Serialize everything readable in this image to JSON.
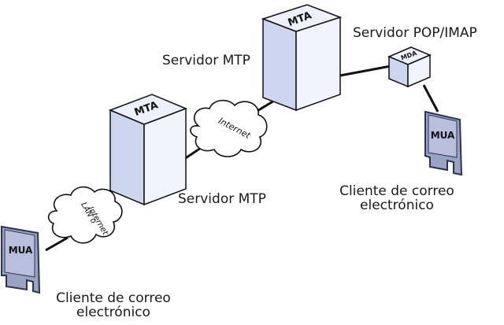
{
  "nodes": {
    "mta_left": {
      "label": "MTA"
    },
    "mta_top": {
      "label": "MTA"
    },
    "mda_box": {
      "label": "MDA"
    },
    "mua_left": {
      "label": "MUA"
    },
    "mua_right": {
      "label": "MUA"
    }
  },
  "clouds": {
    "lan_cloud": {
      "line1": "LAN o",
      "line2": "Internet"
    },
    "internet_cloud": {
      "label": "Internet"
    }
  },
  "labels": {
    "servidor_mtp_top": "Servidor MTP",
    "servidor_mtp_left": "Servidor MTP",
    "servidor_pop_imap": "Servidor POP/IMAP",
    "cliente_right_l1": "Cliente de correo",
    "cliente_right_l2": "electrónico",
    "cliente_left_l1": "Cliente de correo",
    "cliente_left_l2": "electrónico"
  },
  "colors": {
    "box_front": "#cdd5ef",
    "box_side": "#f2f4fd",
    "box_top": "#eef1fb",
    "mua_fill": "#9aa3c4",
    "mua_dark": "#2c3350",
    "line": "#111111",
    "cloud_fill": "#ffffff"
  }
}
